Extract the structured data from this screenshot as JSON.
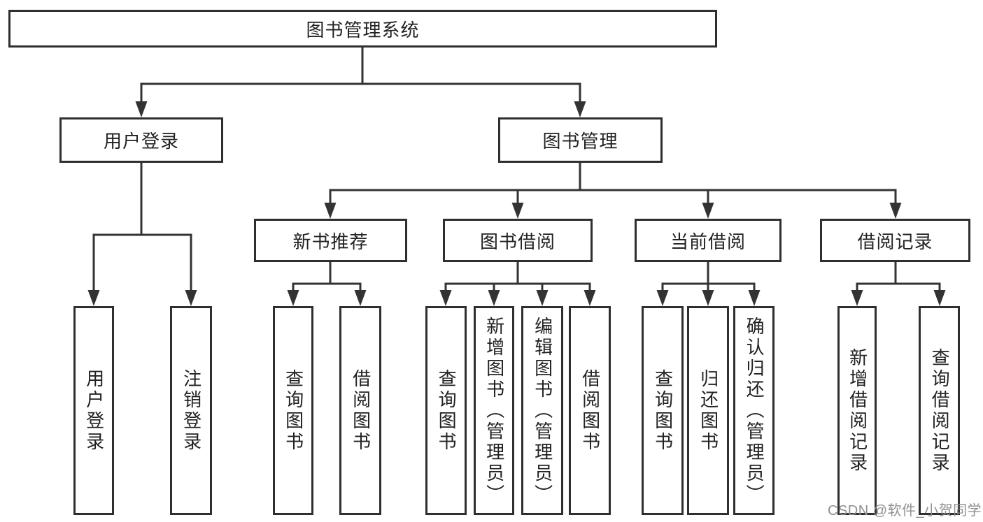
{
  "diagram": {
    "colors": {
      "line": "#333333",
      "box_border": "#2f2f2f",
      "text": "#222222",
      "watermark": "#909090",
      "background": "#ffffff"
    },
    "nodes": {
      "root": {
        "label": "图书管理系统"
      },
      "user_login": {
        "label": "用户登录"
      },
      "book_mgmt": {
        "label": "图书管理"
      },
      "new_book_rec": {
        "label": "新书推荐"
      },
      "book_borrow": {
        "label": "图书借阅"
      },
      "current_borrow": {
        "label": "当前借阅"
      },
      "borrow_records": {
        "label": "借阅记录"
      },
      "leaf_user_login": {
        "label": "用户登录"
      },
      "leaf_logout": {
        "label": "注销登录"
      },
      "leaf_query_book_rec": {
        "label": "查询图书"
      },
      "leaf_borrow_book_rec": {
        "label": "借阅图书"
      },
      "leaf_query_book_borrow": {
        "label": "查询图书"
      },
      "leaf_add_book_admin": {
        "label": "新增图书（管理员）"
      },
      "leaf_edit_book_admin": {
        "label": "编辑图书（管理员）"
      },
      "leaf_borrow_book_borrow": {
        "label": "借阅图书"
      },
      "leaf_query_book_current": {
        "label": "查询图书"
      },
      "leaf_return_book": {
        "label": "归还图书"
      },
      "leaf_confirm_return_admin": {
        "label": "确认归还（管理员）"
      },
      "leaf_add_borrow_record": {
        "label": "新增借阅记录"
      },
      "leaf_query_borrow_record": {
        "label": "查询借阅记录"
      }
    },
    "edges": [
      [
        "root",
        "user_login"
      ],
      [
        "root",
        "book_mgmt"
      ],
      [
        "user_login",
        "leaf_user_login"
      ],
      [
        "user_login",
        "leaf_logout"
      ],
      [
        "book_mgmt",
        "new_book_rec"
      ],
      [
        "book_mgmt",
        "book_borrow"
      ],
      [
        "book_mgmt",
        "current_borrow"
      ],
      [
        "book_mgmt",
        "borrow_records"
      ],
      [
        "new_book_rec",
        "leaf_query_book_rec"
      ],
      [
        "new_book_rec",
        "leaf_borrow_book_rec"
      ],
      [
        "book_borrow",
        "leaf_query_book_borrow"
      ],
      [
        "book_borrow",
        "leaf_add_book_admin"
      ],
      [
        "book_borrow",
        "leaf_edit_book_admin"
      ],
      [
        "book_borrow",
        "leaf_borrow_book_borrow"
      ],
      [
        "current_borrow",
        "leaf_query_book_current"
      ],
      [
        "current_borrow",
        "leaf_return_book"
      ],
      [
        "current_borrow",
        "leaf_confirm_return_admin"
      ],
      [
        "borrow_records",
        "leaf_add_borrow_record"
      ],
      [
        "borrow_records",
        "leaf_query_borrow_record"
      ]
    ],
    "watermark": "CSDN @软件_小贺同学"
  }
}
